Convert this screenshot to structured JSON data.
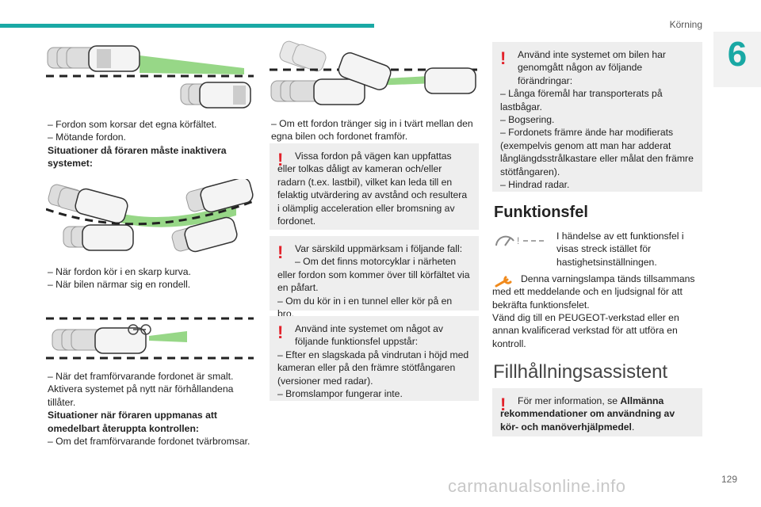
{
  "header": {
    "section": "Körning",
    "chapter": "6"
  },
  "col1": {
    "list1": [
      "–  Fordon som korsar det egna körfältet.",
      "–  Mötande fordon."
    ],
    "heading1": "Situationer då föraren måste inaktivera systemet:",
    "list2": [
      "–  När fordon kör i en skarp kurva.",
      "–  När bilen närmar sig en rondell."
    ],
    "list3": [
      "–  När det framförvarande fordonet är smalt."
    ],
    "text1": "Aktivera systemet på nytt när förhållandena tillåter.",
    "heading2": "Situationer när föraren uppmanas att omedelbart återuppta kontrollen:",
    "list4": [
      "–  Om det framförvarande fordonet tvärbromsar."
    ]
  },
  "col2": {
    "list1": "–  Om ett fordon tränger sig in i tvärt mellan den egna bilen och fordonet framför.",
    "warn1": "Vissa fordon på vägen kan uppfattas eller tolkas dåligt av kameran och/eller radarn (t.ex. lastbil), vilket kan leda till en felaktig utvärdering av avstånd och resultera i olämplig acceleration eller bromsning av fordonet.",
    "warn2": [
      "Var särskild uppmärksam i följande fall:",
      "–  Om det finns motorcyklar i närheten eller fordon som kommer över till körfältet via en påfart.",
      "–  Om du kör in i en tunnel eller kör på en bro."
    ],
    "warn3": [
      "Använd inte systemet om något av följande funktionsfel uppstår:",
      "–  Efter en slagskada på vindrutan i höjd med kameran eller på den främre stötfångaren (versioner med radar).",
      "–  Bromslampor fungerar inte."
    ]
  },
  "col3": {
    "warn1": [
      "Använd inte systemet om bilen har genomgått någon av följande förändringar:",
      "–  Långa föremål har transporterats på lastbågar.",
      "–  Bogsering.",
      "–  Fordonets främre ände har modifierats (exempelvis genom att man har adderat långlängdsstrålkastare eller målat den främre stötfångaren).",
      "–  Hindrad radar."
    ],
    "h_funktionsfel": "Funktionsfel",
    "fault1": "I händelse av ett funktionsfel i visas streck istället för hastighetsinställningen.",
    "fault2": "Denna varningslampa tänds tillsammans med ett meddelande och en ljudsignal för att bekräfta funktionsfelet.",
    "fault3": "Vänd dig till en PEUGEOT-verkstad eller en annan kvalificerad verkstad för att utföra en kontroll.",
    "h_fill": "Fillhållningsassistent",
    "warn2_pre": "För mer information, se ",
    "warn2_bold": "Allmänna rekommendationer om användning av kör- och manöverhjälpmedel",
    "warn2_post": "."
  },
  "footer": {
    "url": "carmanualsonline.info",
    "page": "129"
  },
  "colors": {
    "accent": "#1aa9a5",
    "warning": "#e2222b",
    "box": "#eeeeee"
  }
}
